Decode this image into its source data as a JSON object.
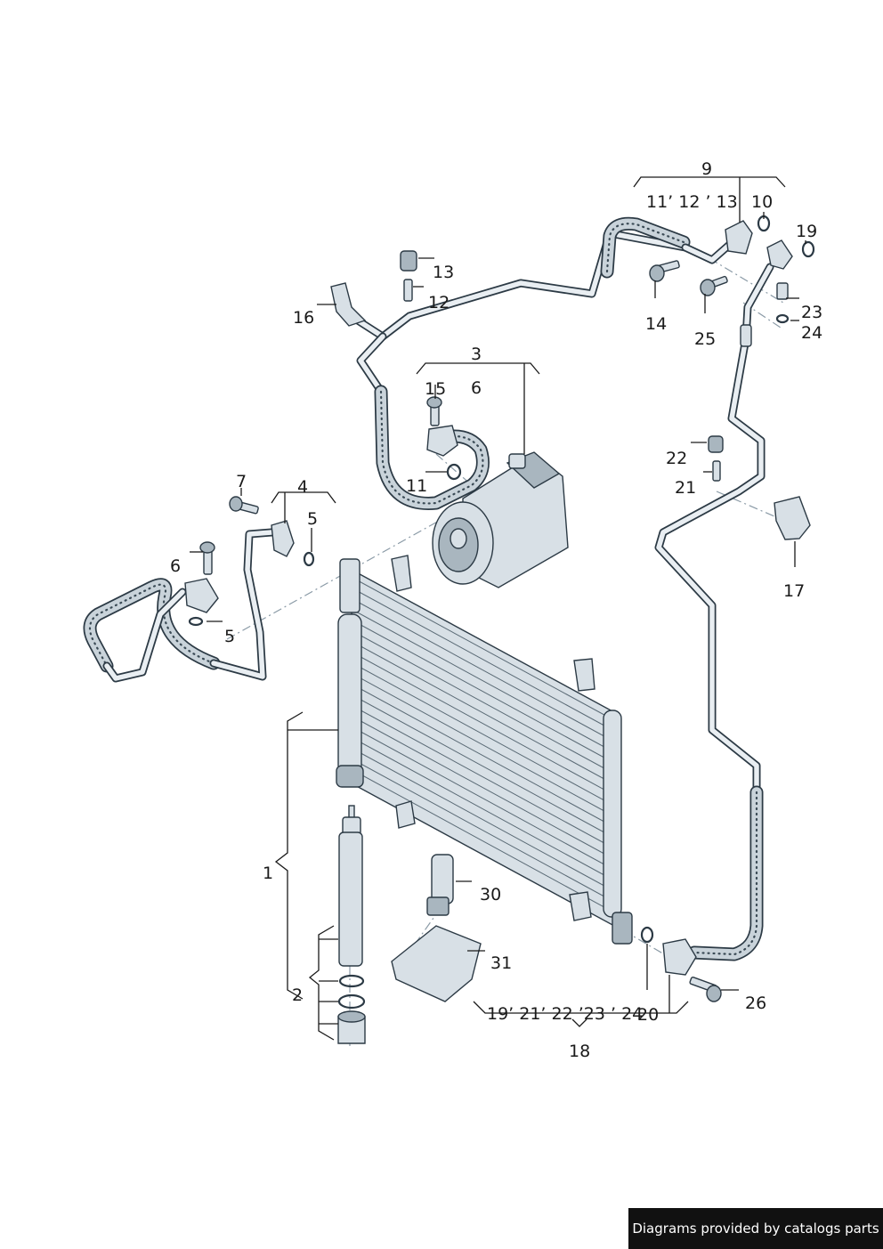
{
  "callouts": {
    "c1": "1",
    "c2": "2",
    "c3": "3",
    "c4": "4",
    "c5a": "5",
    "c5b": "5",
    "c6a": "6",
    "c6b": "6",
    "c7": "7",
    "c9": "9",
    "c10": "10",
    "c11a": "11",
    "c11_12_13": "11’ 12 ’ 13",
    "c12": "12",
    "c13": "13",
    "c14": "14",
    "c15": "15",
    "c16": "16",
    "c17": "17",
    "c18": "18",
    "c19": "19",
    "c19_24": "19’ 21’ 22 ’23 ’ 24",
    "c20": "20",
    "c21": "21",
    "c22": "22",
    "c23": "23",
    "c24": "24",
    "c25": "25",
    "c26": "26",
    "c30": "30",
    "c31": "31"
  },
  "footer": {
    "credit": "Diagrams provided by catalogs parts"
  }
}
